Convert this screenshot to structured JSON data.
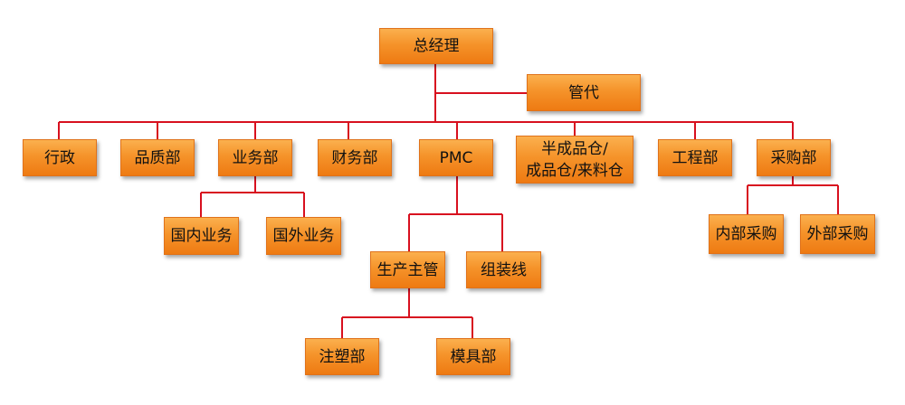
{
  "nodes": {
    "ceo": "总经理",
    "guandai": "管代",
    "admin": "行政",
    "quality": "品质部",
    "sales": "业务部",
    "finance": "财务部",
    "pmc": "PMC",
    "warehouse": "半成品仓/\n成品仓/来料仓",
    "engineering": "工程部",
    "purchasing": "采购部",
    "domestic_sales": "国内业务",
    "foreign_sales": "国外业务",
    "production_manager": "生产主管",
    "assembly_line": "组装线",
    "internal_purchasing": "内部采购",
    "external_purchasing": "外部采购",
    "injection_molding": "注塑部",
    "mold": "模具部"
  },
  "colors": {
    "box_fill": "#f5932a",
    "connector": "#d8101f"
  }
}
